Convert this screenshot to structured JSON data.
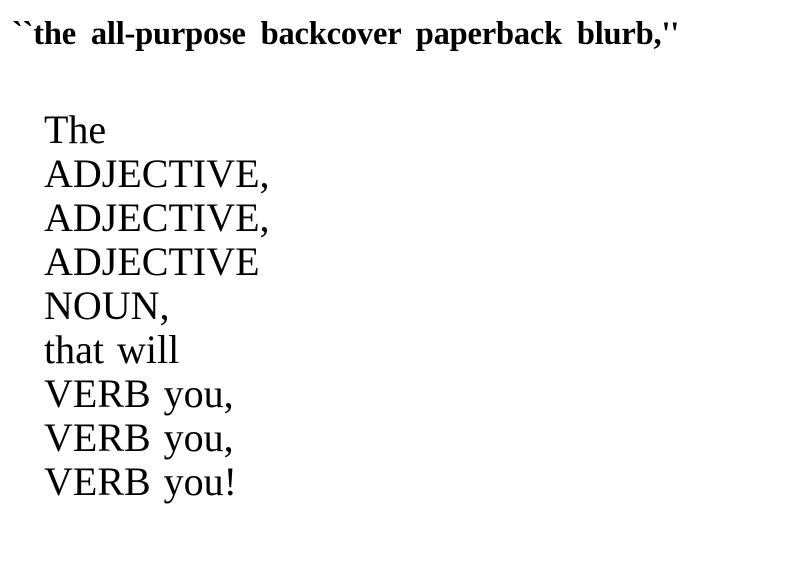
{
  "page": {
    "background_color": "#ffffff",
    "text_color": "#000000"
  },
  "caption": {
    "text": "``the all-purpose backcover paperback blurb,''",
    "open_quote": "``",
    "close_quote": "''",
    "inner_text": "the all-purpose backcover paperback blurb,"
  },
  "verse": {
    "lines": [
      {
        "text": "The"
      },
      {
        "text": "ADJECTIVE,"
      },
      {
        "text": "ADJECTIVE,"
      },
      {
        "text": "ADJECTIVE"
      },
      {
        "text": "NOUN,"
      },
      {
        "text": "that will"
      },
      {
        "text": "VERB you,"
      },
      {
        "text": "VERB you,"
      },
      {
        "text": "VERB you!"
      }
    ]
  }
}
